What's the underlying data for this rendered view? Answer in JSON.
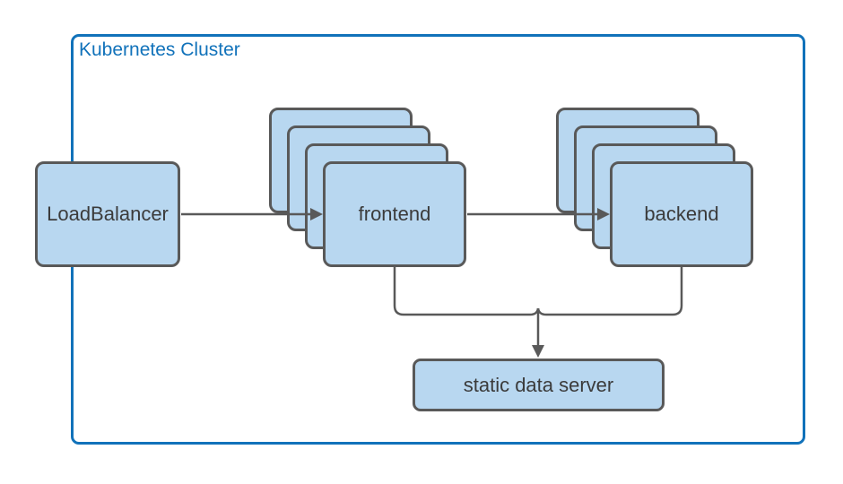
{
  "diagram": {
    "type": "architecture",
    "cluster_label": "Kubernetes Cluster",
    "nodes": {
      "load_balancer": {
        "label": "LoadBalancer"
      },
      "frontend": {
        "label": "frontend",
        "replica_count": 4
      },
      "backend": {
        "label": "backend",
        "replica_count": 4
      },
      "static_data_server": {
        "label": "static data server"
      }
    },
    "edges": [
      {
        "from": "LoadBalancer",
        "to": "frontend",
        "arrow": true
      },
      {
        "from": "frontend",
        "to": "backend",
        "arrow": true
      },
      {
        "from": "frontend",
        "to": "static data server",
        "arrow": true
      },
      {
        "from": "backend",
        "to": "static data server",
        "arrow": true
      }
    ],
    "colors": {
      "background": "#ffffff",
      "cluster_border": "#1172ba",
      "cluster_title": "#1172ba",
      "node_fill": "#b8d7f0",
      "node_border": "#595959",
      "node_text": "#3b3b3b",
      "connector": "#595959"
    }
  }
}
